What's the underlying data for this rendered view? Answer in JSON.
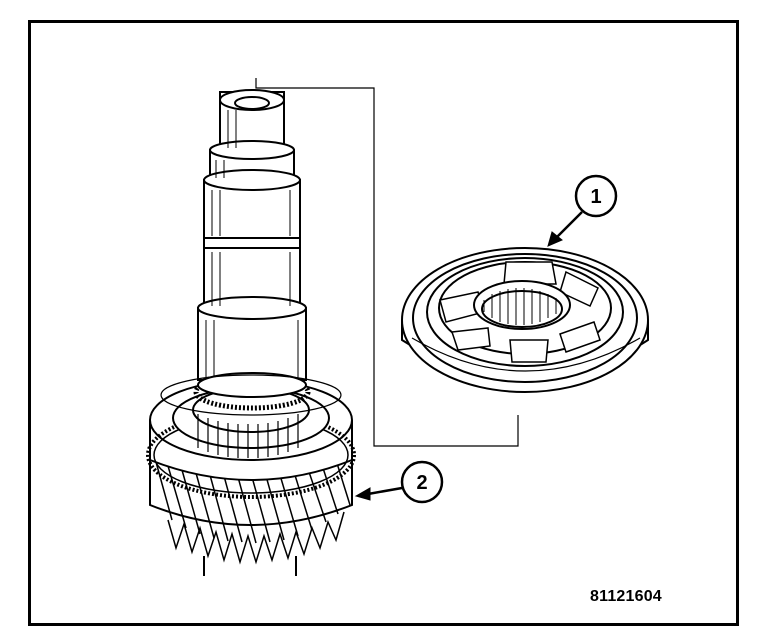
{
  "callouts": [
    {
      "number": "1"
    },
    {
      "number": "2"
    }
  ],
  "figure_id": "81121604",
  "colors": {
    "ink": "#000000",
    "paper": "#ffffff",
    "shade": "#d9d9d9"
  }
}
